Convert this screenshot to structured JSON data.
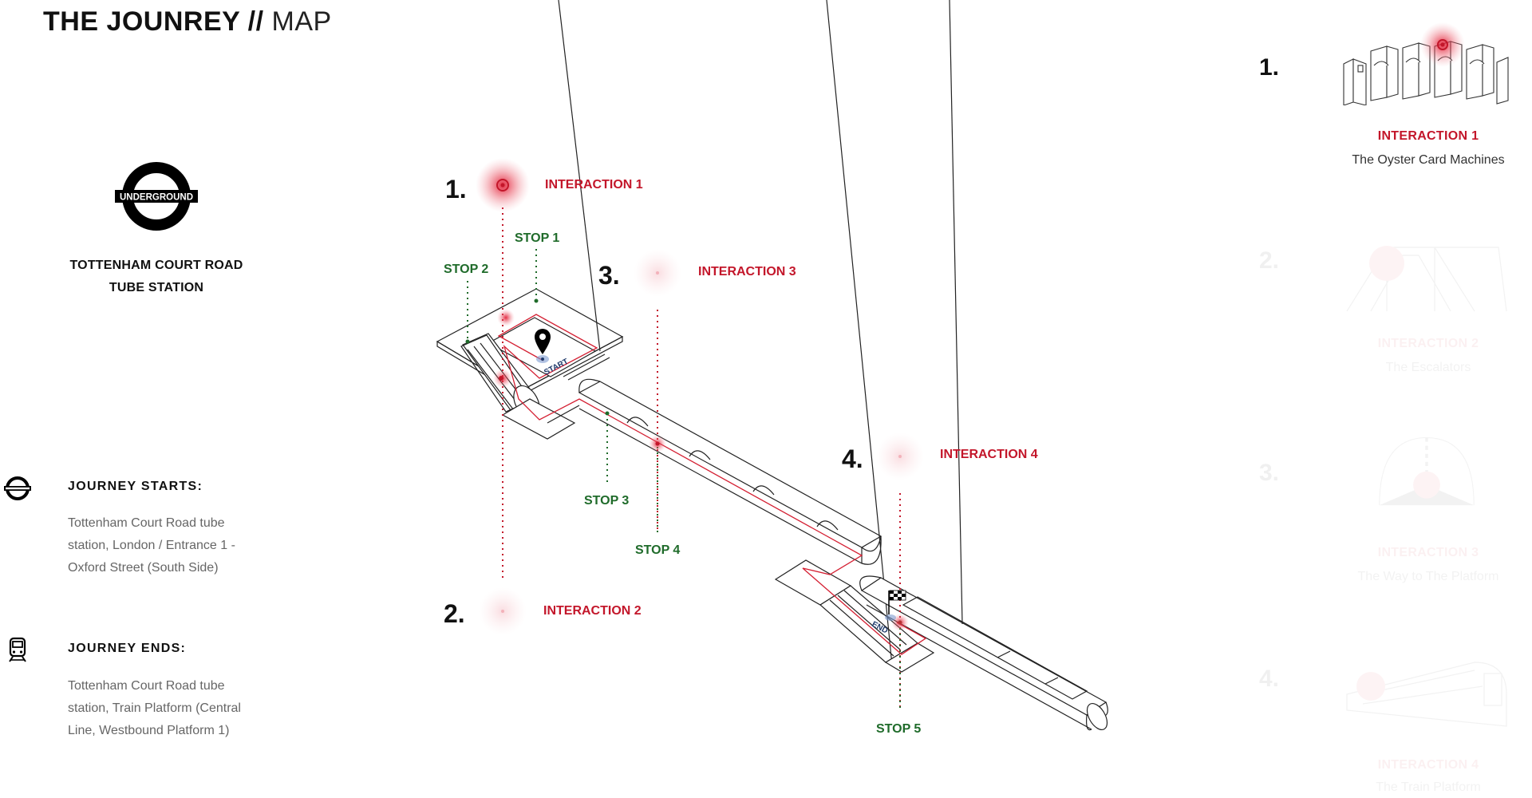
{
  "header": {
    "title_bold": "THE JOUNREY",
    "title_sep": " // ",
    "title_light": "MAP"
  },
  "logo": {
    "text": "UNDERGROUND",
    "icon": "roundel-icon"
  },
  "station": {
    "line1": "TOTTENHAM COURT ROAD",
    "line2": "TUBE STATION"
  },
  "journey": {
    "starts": {
      "icon": "roundel-icon",
      "title": "JOURNEY STARTS:",
      "text": "Tottenham Court Road tube station, London / Entrance 1 - Oxford Street (South Side)"
    },
    "ends": {
      "icon": "train-icon",
      "title": "JOURNEY ENDS:",
      "text": "Tottenham Court Road tube station, Train Platform (Central Line, Westbound Platform 1)"
    }
  },
  "map": {
    "interactions": [
      {
        "num": "1.",
        "label": "INTERACTION 1"
      },
      {
        "num": "2.",
        "label": "INTERACTION 2"
      },
      {
        "num": "3.",
        "label": "INTERACTION 3"
      },
      {
        "num": "4.",
        "label": "INTERACTION 4"
      }
    ],
    "stops": [
      "STOP 1",
      "STOP 2",
      "STOP 3",
      "STOP 4",
      "STOP 5"
    ],
    "start_label": "START",
    "end_label": "END"
  },
  "panel": [
    {
      "num": "1.",
      "title": "INTERACTION 1",
      "subtitle": "The Oyster Card Machines"
    },
    {
      "num": "2.",
      "title": "INTERACTION 2",
      "subtitle": "The Escalators"
    },
    {
      "num": "3.",
      "title": "INTERACTION 3",
      "subtitle": "The Way to The Platform"
    },
    {
      "num": "4.",
      "title": "INTERACTION 4",
      "subtitle": "The Train Platform"
    }
  ],
  "colors": {
    "accent_red": "#c3162a",
    "stop_green": "#1f6b2a",
    "start_blue": "#1f3a6b"
  }
}
